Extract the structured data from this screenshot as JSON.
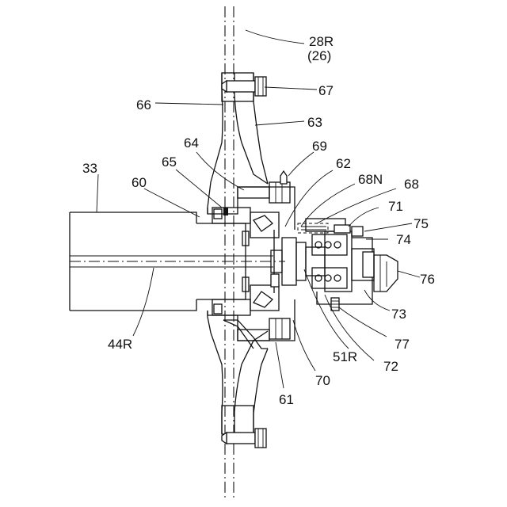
{
  "labels": {
    "l28R": "28R",
    "l26": "(26)",
    "l67": "67",
    "l66": "66",
    "l63": "63",
    "l64": "64",
    "l69": "69",
    "l33": "33",
    "l65": "65",
    "l62": "62",
    "l68N": "68N",
    "l68": "68",
    "l60": "60",
    "l71": "71",
    "l75": "75",
    "l74": "74",
    "l76": "76",
    "l73": "73",
    "l44R": "44R",
    "l77": "77",
    "l51R": "51R",
    "l72": "72",
    "l70": "70",
    "l61": "61"
  }
}
